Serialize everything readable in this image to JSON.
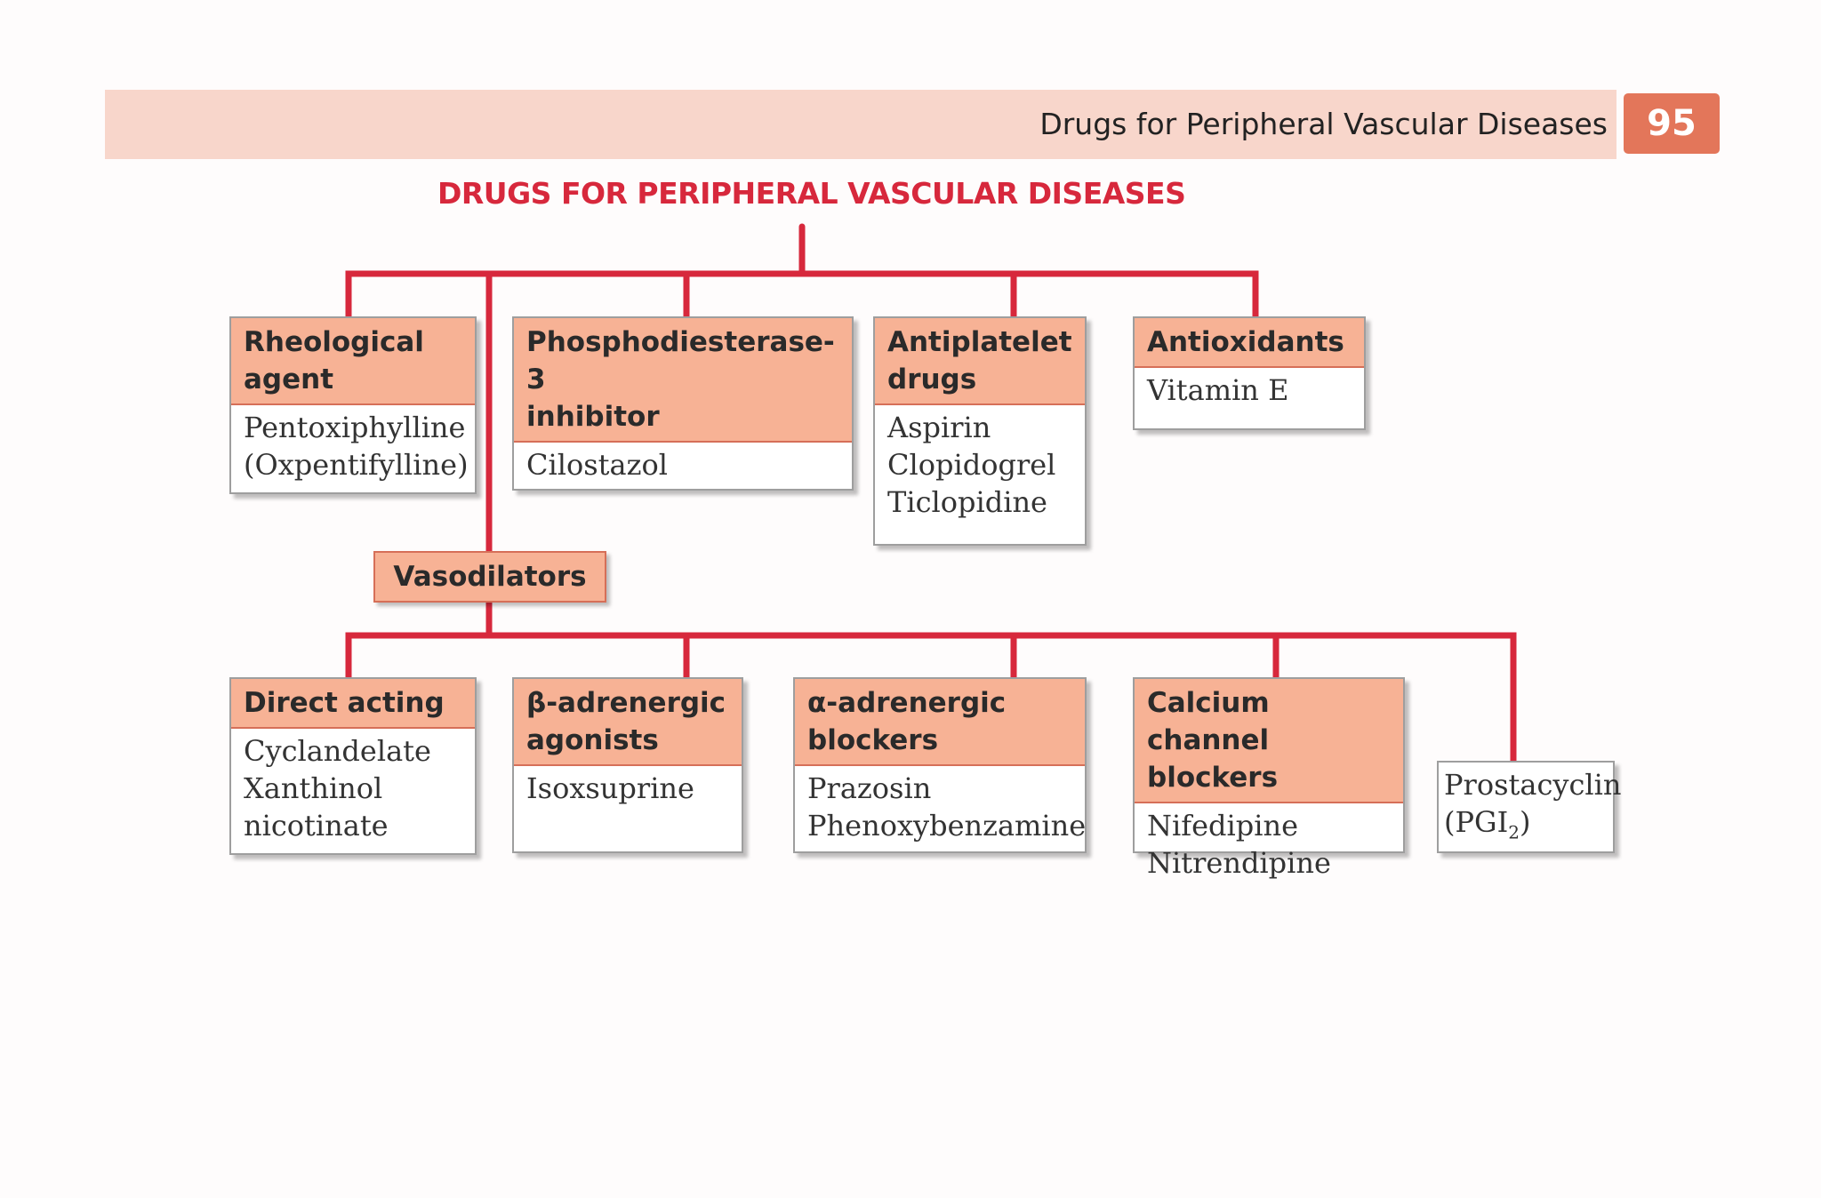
{
  "header": {
    "title": "Drugs for Peripheral Vascular Diseases",
    "page_number": "95"
  },
  "diagram": {
    "title": "DRUGS FOR PERIPHERAL VASCULAR DISEASES",
    "top_level": [
      {
        "heading": "Rheological\nagent",
        "items": "Pentoxiphylline\n(Oxpentifylline)"
      },
      {
        "heading": "Phosphodiesterase-3\ninhibitor",
        "items": "Cilostazol"
      },
      {
        "heading": "Antiplatelet\ndrugs",
        "items": "Aspirin\nClopidogrel\nTiclopidine"
      },
      {
        "heading": "Antioxidants",
        "items": "Vitamin E"
      }
    ],
    "vasodilators": {
      "label": "Vasodilators",
      "groups": [
        {
          "heading": "Direct acting",
          "items": "Cyclandelate\nXanthinol\n  nicotinate"
        },
        {
          "heading": "β-adrenergic\nagonists",
          "items": "Isoxsuprine"
        },
        {
          "heading": "α-adrenergic\nblockers",
          "items": "Prazosin\nPhenoxybenzamine"
        },
        {
          "heading": "Calcium channel\nblockers",
          "items": "Nifedipine\nNitrendipine"
        }
      ],
      "prostacyclin": {
        "name": "Prostacyclin",
        "abbr_prefix": "(PGI",
        "abbr_sub": "2",
        "abbr_suffix": ")"
      }
    },
    "line_color": "#d7283c",
    "header_fill": "#f7b295"
  }
}
